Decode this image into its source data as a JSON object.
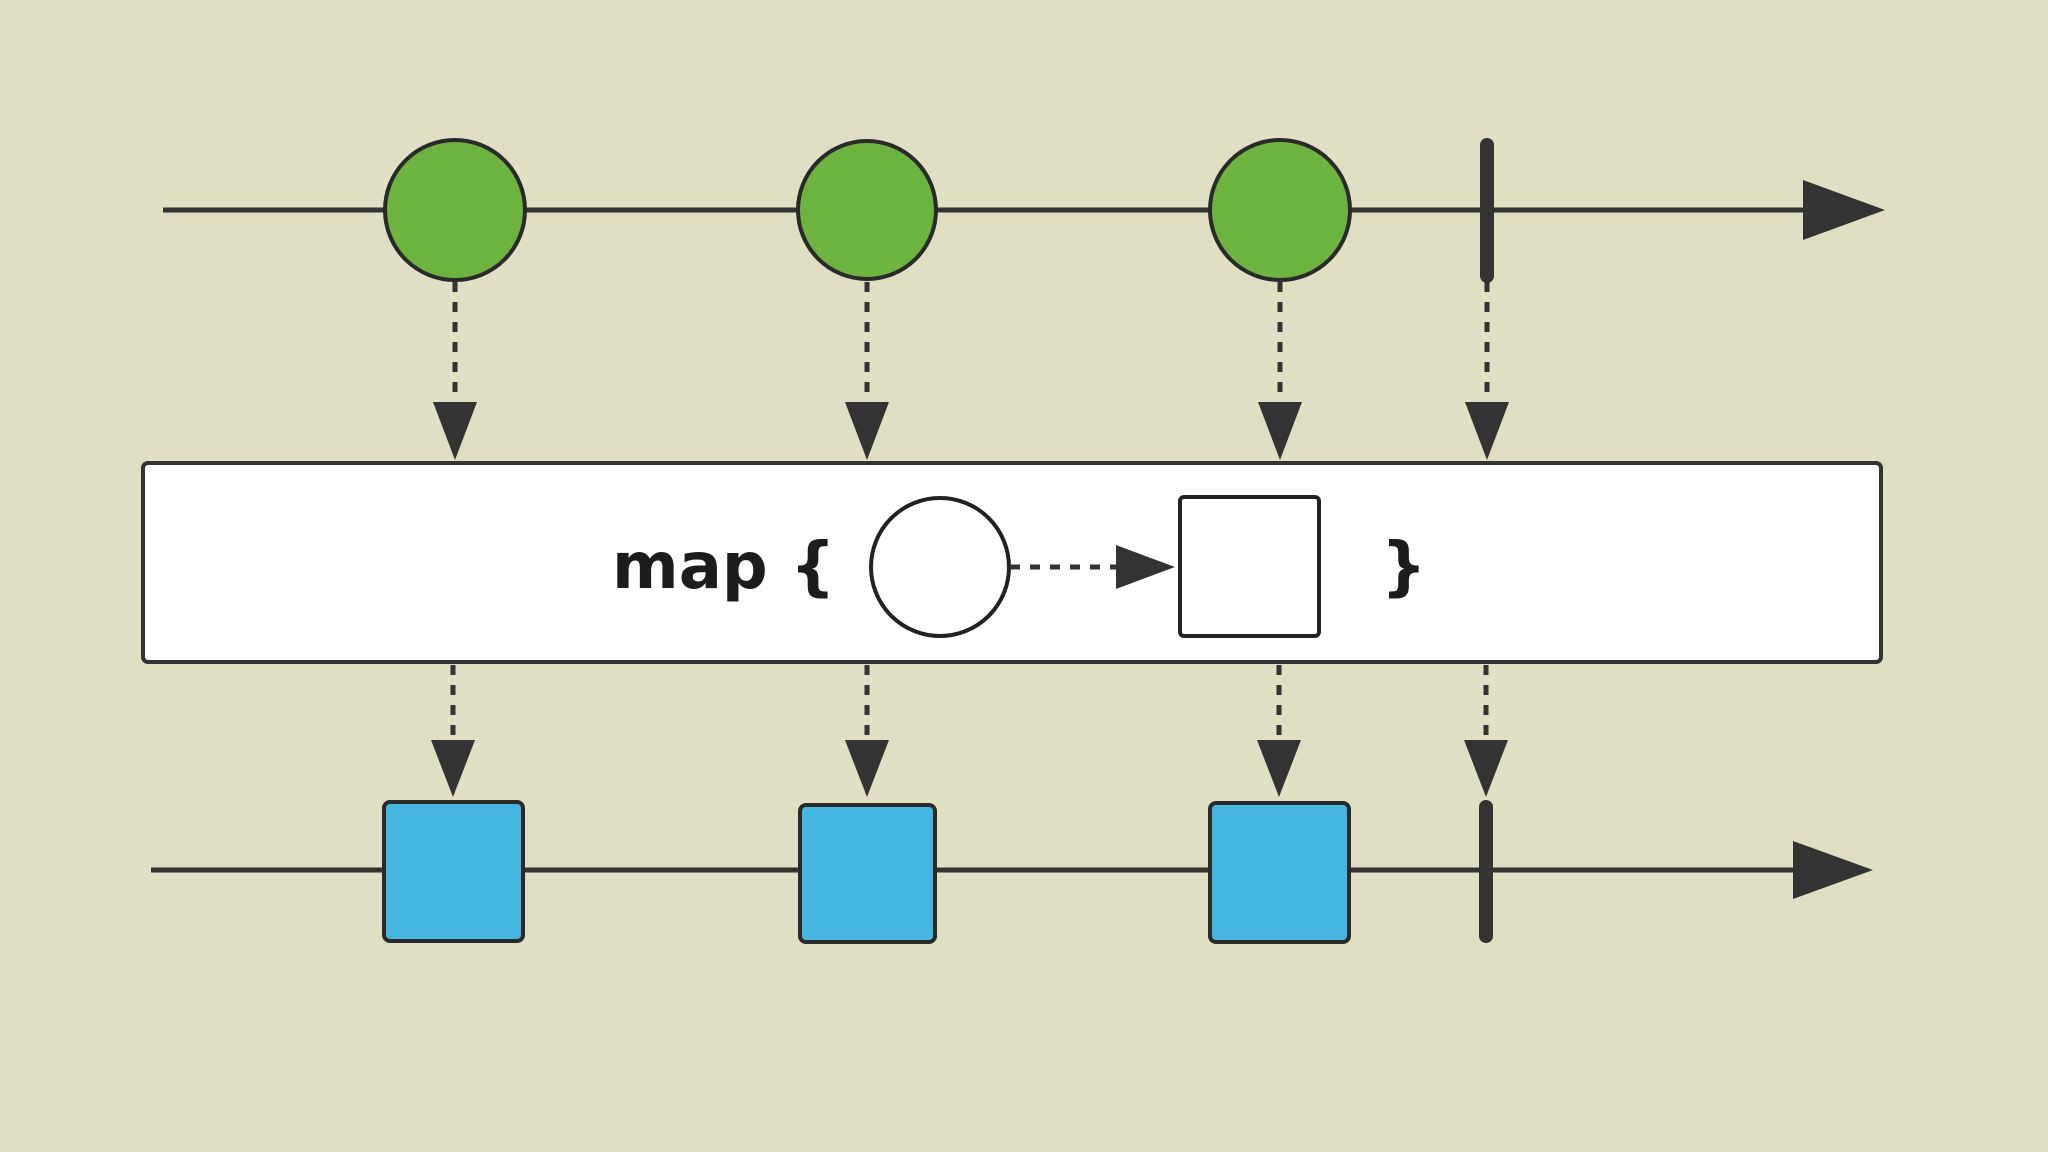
{
  "colors": {
    "background": "#e0dec3",
    "line": "#333333",
    "input_item": "#6db33f",
    "output_item": "#45b6e2",
    "operator_box": "#ffffff"
  },
  "operator": {
    "prefix": "map {",
    "suffix": "}",
    "input_shape": "circle",
    "output_shape": "square"
  },
  "input_stream": {
    "item_shape": "circle",
    "item_count": 3,
    "has_completion": true
  },
  "output_stream": {
    "item_shape": "square",
    "item_count": 3,
    "has_completion": true
  }
}
